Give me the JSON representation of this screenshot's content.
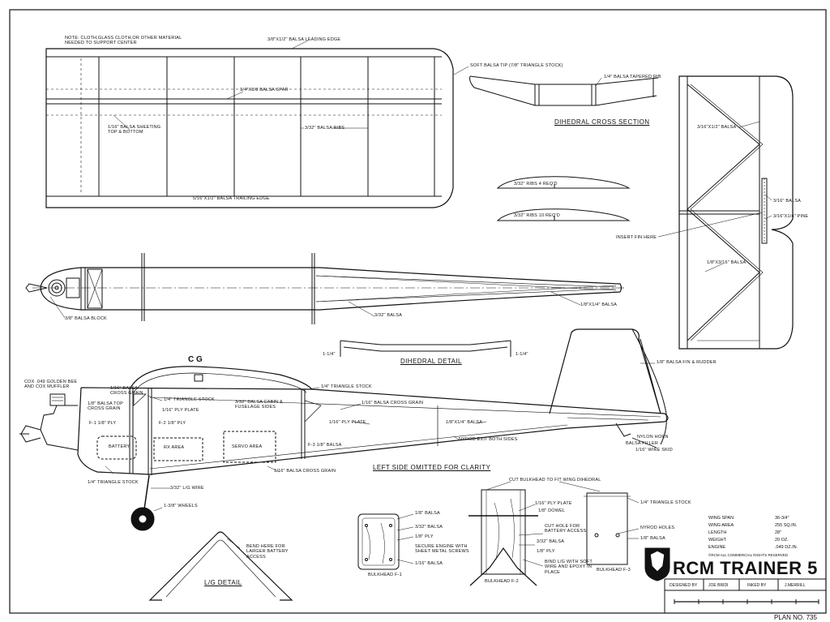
{
  "title_block": {
    "title": "RCM TRAINER 5",
    "designed_by_label": "DESIGNED BY",
    "designed_by": "JOE BRIDI",
    "inked_by_label": "INKED BY",
    "inked_by": "J.MERRILL",
    "rights": "©RCM ALL COMMERCIAL RIGHTS RESERVED",
    "plan_no": "PLAN NO. 735"
  },
  "specs": [
    {
      "label": "WING SPAN",
      "value": "36-3/4\""
    },
    {
      "label": "WING AREA",
      "value": "255 SQ.IN."
    },
    {
      "label": "LENGTH",
      "value": "28\""
    },
    {
      "label": "WEIGHT",
      "value": "20 OZ."
    },
    {
      "label": "ENGINE",
      "value": ".049 DZ.IN."
    }
  ],
  "headings": {
    "dihedral_cross_section": "DIHEDRAL CROSS SECTION",
    "dihedral_detail": "DIHEDRAL DETAIL",
    "left_side": "LEFT SIDE OMITTED FOR CLARITY",
    "lg_detail": "L/G DETAIL",
    "cg": "C G"
  },
  "wing_labels": {
    "note": "NOTE: CLOTH,GLASS CLOTH,OR OTHER MATERIAL NEEDED TO SUPPORT CENTER",
    "leading_edge": "3/8\"X1/2\" BALSA LEADING EDGE",
    "spar": "1/4\"X3/8 BALSA SPAR",
    "sheeting": "1/16\" BALSA SHEETING TOP & BOTTOM",
    "ribs": "3/32\" BALSA RIBS",
    "trailing_edge": "5/16\"X1/2\" BALSA TRAILING EDGE",
    "soft_tip": "SOFT BALSA TIP (7/8\" TRIANGLE STOCK)",
    "tapered_rib": "1/4\" BALSA TAPERED RIB",
    "ribs4": "3/32\" RIBS  4 REQ'D",
    "ribs10": "3/32\" RIBS 10 REQ'D"
  },
  "tail_labels": {
    "stab_balsa": "3/16\"X1/2\" BALSA",
    "balsa_316": "3/16\" BALSA",
    "pine": "3/16\"X1/4\" PINE",
    "insert_fin": "INSERT FIN HERE",
    "diag": "1/8\"X3/16\" BALSA"
  },
  "top_fuse_labels": {
    "block": "3/8\" BALSA BLOCK",
    "balsa332": "3/32\" BALSA",
    "stringer": "1/8\"X1/4\" BALSA"
  },
  "dihedral_labels": {
    "left": "1-1/4\"",
    "right": "1-1/4\""
  },
  "side_labels": {
    "engine": "COX .049 GOLDEN BEE AND COX MUFFLER",
    "cross_grain": "1/16\" BALSA CROSS GRAIN",
    "top_cross": "1/8\" BALSA TOP CROSS GRAIN",
    "f1": "F-1 1/8\" PLY",
    "tri_stock_1": "1/4\" TRIANGLE STOCK",
    "ply_plate_1": "1/16\" PLY PLATE",
    "f2": "F-2 1/8\" PLY",
    "cabin": "3/32\" BALSA CABIN & FUSELAGE SIDES",
    "tri_stock_2": "1/4\" TRIANGLE STOCK",
    "cross_grain_2": "1/16\" BALSA CROSS GRAIN",
    "ply_plate_2": "1/16\" PLY PLATE",
    "longeron": "1/8\"X1/4\" BALSA",
    "fin_rudder": "1/8\" BALSA FIN & RUDDER",
    "nyrod": "NYROD EXIT BOTH SIDES",
    "f3": "F-3 1/8\" BALSA",
    "nylon_horn": "NYLON HORN",
    "balsa_filler": "BALSA FILLER",
    "skid": "1/16\" WIRE SKID",
    "battery": "BATTERY",
    "rx": "RX AREA",
    "servo": "SERVO AREA",
    "cross_grain_3": "1/16\" BALSA CROSS GRAIN",
    "tri_stock_3": "1/4\" TRIANGLE STOCK",
    "lg_wire": "3/32\" L/G WIRE",
    "wheels": "1-3/8\" WHEELS",
    "bend": "BEND HERE FOR LARGER BATTERY ACCESS"
  },
  "bulkhead_labels": {
    "f1_name": "BULKHEAD F-1",
    "f2_name": "BULKHEAD F-2",
    "f3_name": "BULKHEAD F-3",
    "b18": "1/8\" BALSA",
    "b332": "3/32\" BALSA",
    "ply18": "1/8\" PLY",
    "secure": "SECURE ENGINE WITH SHEET METAL SCREWS",
    "b116": "1/16\" BALSA",
    "cut_bulkhead": "CUT BULKHEAD TO FIT WING DIHEDRAL",
    "ply_plate": "1/16\" PLY PLATE",
    "dowel": "1/8\" DOWEL",
    "cut_hole": "CUT HOLE FOR BATTERY ACCESS",
    "b332_2": "3/32\" BALSA",
    "ply18_2": "1/8\" PLY",
    "bind": "BIND L/G WITH SOFT WIRE AND EPOXY IN PLACE",
    "tri_stock": "1/4\" TRIANGLE STOCK",
    "nyrod_holes": "NYROD HOLES",
    "b18_2": "1/8\" BALSA"
  }
}
